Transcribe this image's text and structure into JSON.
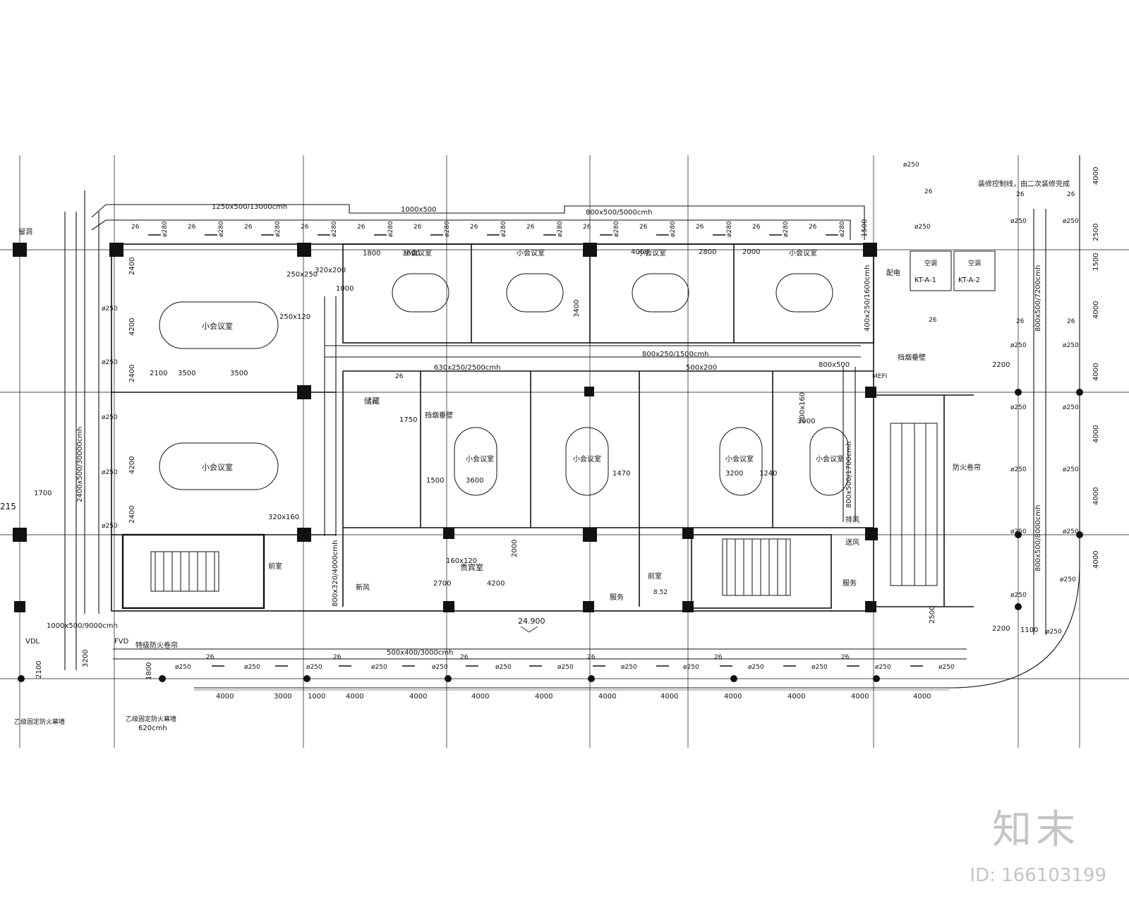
{
  "ducts": {
    "top_main": "1250x500/13000cmh",
    "top_mid": "1000x500",
    "top_right": "800x500/5000cmh",
    "left_riser": "2400x500/30000cmh",
    "corridor": "800x250/1500cmh",
    "corridor_a": "630x250/2500cmh",
    "corridor_b": "500x200",
    "bottom_left": "1000x500/9000cmh",
    "bottom_mid": "500x400/3000cmh",
    "right_riser": "800x500/7200cmh",
    "right_lower": "800x500/8000cmh",
    "right_mid": "800x500/1700cmh",
    "vertical_center": "800x320/4000cmh",
    "cut_label": "620cmh",
    "branch_a": "250x250",
    "branch_b": "320x200",
    "branch_c": "250x120",
    "branch_d": "320x160",
    "branch_e": "200x160",
    "branch_f": "160x120",
    "branch_g": "400x250/1600cmh",
    "branch_h": "800x500"
  },
  "rooms": {
    "meeting": "小会议室",
    "storage": "储藏",
    "vip": "贵宾室",
    "anteroom": "前室",
    "service": "服务",
    "exhaust": "排风",
    "supply": "送风",
    "fresh_air": "新风",
    "distribution": "配电",
    "stair_smoke": "挡烟垂壁",
    "fire_shutter": "防火卷帘",
    "special_shutter": "特级防火卷帘",
    "fixed_curtain": "乙级固定防火幕墙",
    "renovation_note": "装修控制线，由二次装修完成",
    "ktg": "空调",
    "hole": "留洞",
    "mefi": "MEFI",
    "vdl": "VDL",
    "fvd": "FVD"
  },
  "equipment": [
    "KT-A-1",
    "KT-A-2"
  ],
  "diffuser_size": "ø280",
  "diffuser_round": "ø250",
  "diffuser_tag": "26",
  "elevation": "24.900",
  "bottom_dims": [
    "4000",
    "3000",
    "1000",
    "4000",
    "4000",
    "4000",
    "4000",
    "4000",
    "4000",
    "4000",
    "4000",
    "4000",
    "4000"
  ],
  "left_dims": [
    "2400",
    "4200",
    "2400",
    "4200",
    "2400"
  ],
  "room_dims": [
    "2100",
    "3500",
    "3500",
    "1800",
    "3600",
    "2800",
    "2000",
    "4000",
    "1000",
    "3400",
    "3600",
    "3200",
    "1470",
    "1240",
    "1500",
    "2700",
    "4200",
    "2000",
    "1750",
    "1700",
    "215",
    "3200",
    "1800",
    "2100",
    "2200",
    "1100",
    "2500",
    "1500",
    "3000",
    "8.52"
  ],
  "right_dims": [
    "4000",
    "2500",
    "1500",
    "4000",
    "4000",
    "4000",
    "4000",
    "4000"
  ],
  "watermark": {
    "logo": "知末",
    "id": "ID: 166103199"
  }
}
